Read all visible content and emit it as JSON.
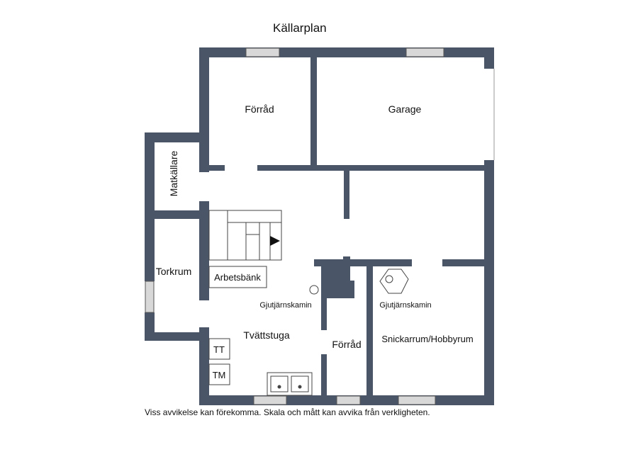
{
  "title": "Källarplan",
  "rooms": {
    "forrad_top": "Förråd",
    "garage": "Garage",
    "matkallare": "Matkällare",
    "torkrum": "Torkrum",
    "arbetsbank": "Arbetsbänk",
    "gjutjarnskamin_left": "Gjutjärnskamin",
    "gjutjarnskamin_right": "Gjutjärnskamin",
    "tvattstuga": "Tvättstuga",
    "tt": "TT",
    "tm": "TM",
    "forrad_bottom": "Förråd",
    "snickarrum": "Snickarrum/Hobbyrum"
  },
  "footnote": "Viss avvikelse kan förekomma. Skala och mått kan avvika från verkligheten.",
  "colors": {
    "wall": "#4a5568",
    "window": "#d8d8d8",
    "line": "#333333"
  }
}
